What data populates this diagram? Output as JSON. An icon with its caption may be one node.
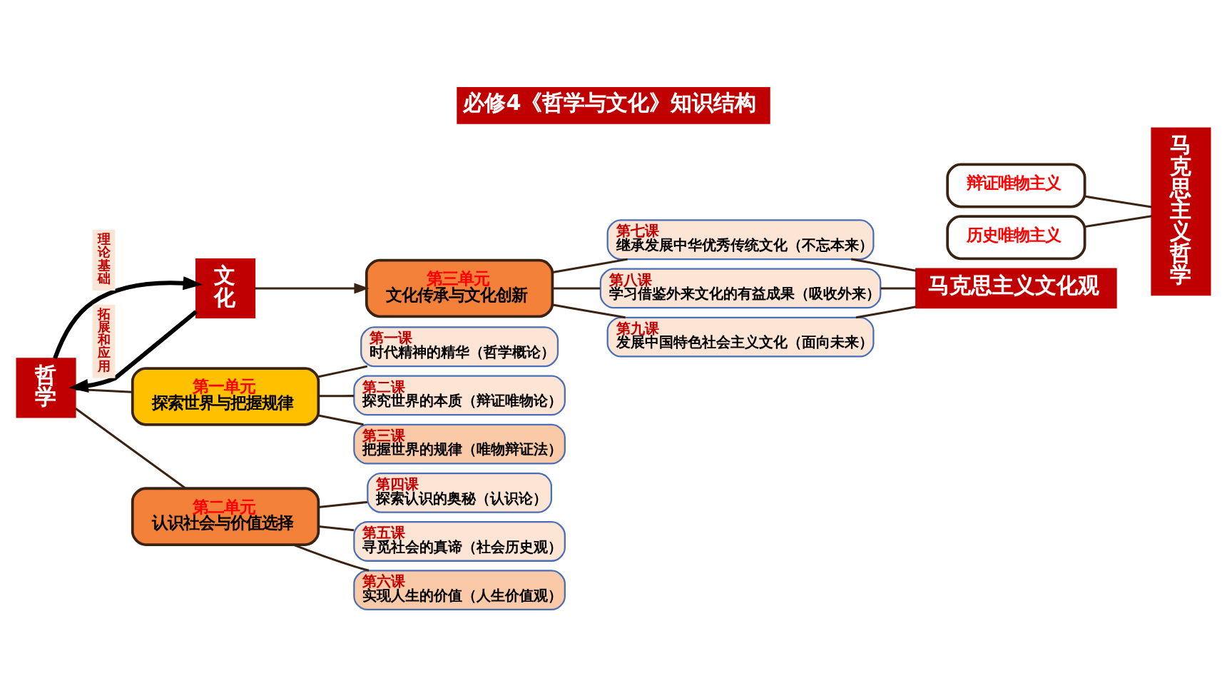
{
  "diagram": {
    "title": "必修4《哲学与文化》知识结构",
    "nodes": [
      {
        "text": [
          "哲学"
        ]
      },
      {
        "text": [
          "文化"
        ]
      },
      {
        "text": [
          "第一单元",
          "探索世界与把握规律"
        ]
      },
      {
        "text": [
          "第二单元",
          "认识社会与价值选择"
        ]
      },
      {
        "text": [
          "第三单元",
          "文化传承与文化创新"
        ]
      },
      {
        "text": [
          "第一课",
          "时代精神的精华（哲学概论）"
        ]
      },
      {
        "text": [
          "第二课",
          "探究世界的本质（辩证唯物论）"
        ]
      },
      {
        "text": [
          "第三课",
          "把握世界的规律（唯物辩证法）"
        ]
      },
      {
        "text": [
          "第四课",
          "探索认识的奥秘（认识论）"
        ]
      },
      {
        "text": [
          "第五课",
          "寻觅社会的真谛（社会历史观）"
        ]
      },
      {
        "text": [
          "第六课",
          "实现人生的价值（人生价值观）"
        ]
      },
      {
        "text": [
          "第七课",
          "继承发展中华优秀传统文化（不忘本来）"
        ]
      },
      {
        "text": [
          "第八课",
          "学习借鉴外来文化的有益成果（吸收外来）"
        ]
      },
      {
        "text": [
          "第九课",
          "发展中国特色社会主义文化（面向未来）"
        ]
      },
      {
        "text": [
          "辩证唯物主义"
        ]
      },
      {
        "text": [
          "历史唯物主义"
        ]
      },
      {
        "text": [
          "马克思主义哲学"
        ]
      },
      {
        "text": [
          "马克思主义文化观"
        ]
      }
    ],
    "edges": [
      {
        "from": 0,
        "to": 1,
        "arrow": "to",
        "label": "理论基础",
        "style": "thick",
        "color": "#000000"
      },
      {
        "from": 1,
        "to": 0,
        "arrow": "to",
        "label": "拓展和应用",
        "style": "thick",
        "color": "#000000"
      },
      {
        "from": 0,
        "to": 2,
        "arrow": "none"
      },
      {
        "from": 0,
        "to": 3,
        "arrow": "none"
      },
      {
        "from": 1,
        "to": 4,
        "arrow": "to"
      },
      {
        "from": 2,
        "to": 5,
        "arrow": "none"
      },
      {
        "from": 2,
        "to": 6,
        "arrow": "none"
      },
      {
        "from": 2,
        "to": 7,
        "arrow": "none"
      },
      {
        "from": 3,
        "to": 8,
        "arrow": "none"
      },
      {
        "from": 3,
        "to": 9,
        "arrow": "none"
      },
      {
        "from": 3,
        "to": 10,
        "arrow": "none"
      },
      {
        "from": 4,
        "to": 11,
        "arrow": "none"
      },
      {
        "from": 4,
        "to": 12,
        "arrow": "none"
      },
      {
        "from": 4,
        "to": 13,
        "arrow": "none"
      },
      {
        "from": 14,
        "to": 16,
        "arrow": "none"
      },
      {
        "from": 15,
        "to": 16,
        "arrow": "none"
      },
      {
        "from": 11,
        "to": 17,
        "arrow": "none"
      },
      {
        "from": 12,
        "to": 17,
        "arrow": "none"
      },
      {
        "from": 13,
        "to": 17,
        "arrow": "none"
      }
    ]
  }
}
